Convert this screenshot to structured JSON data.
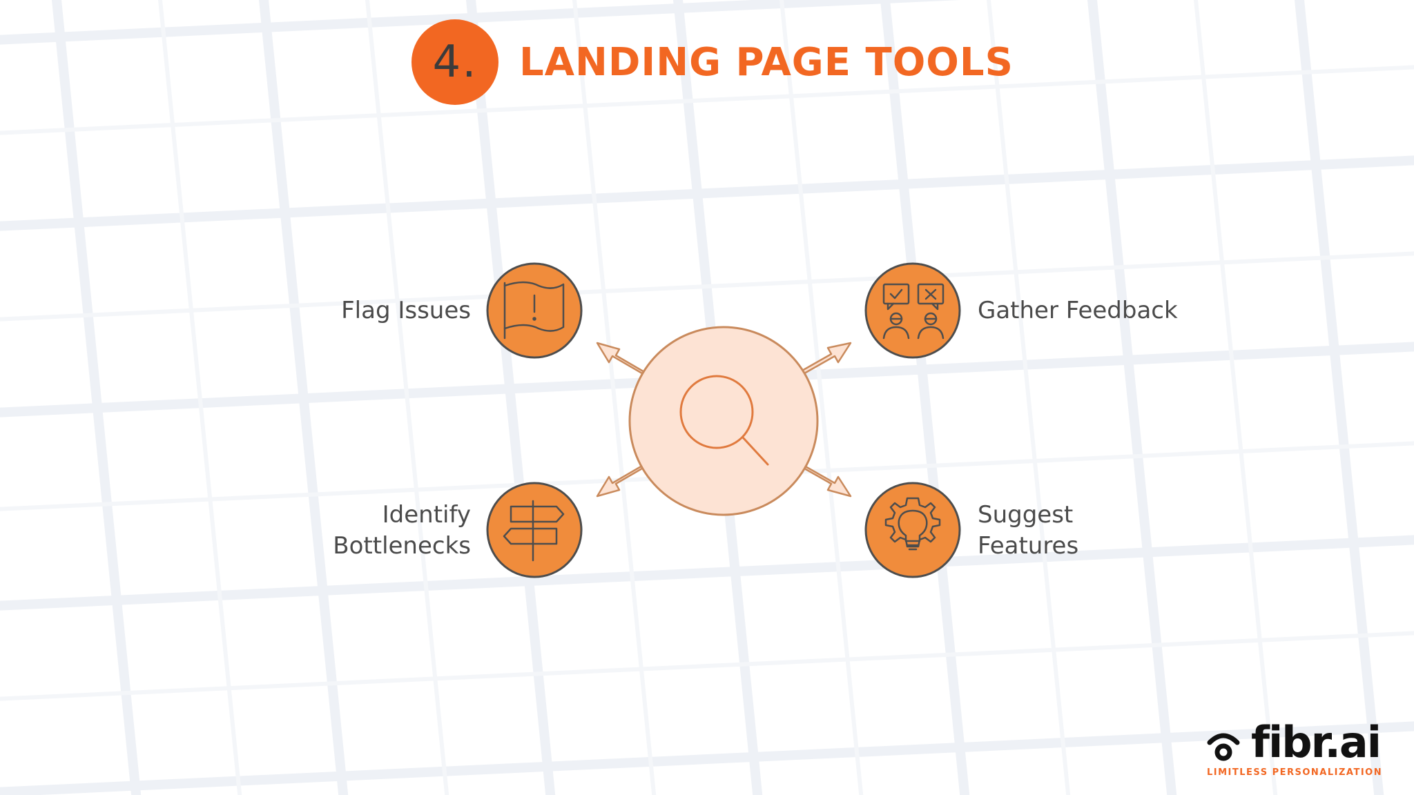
{
  "header": {
    "number": "4.",
    "title": "LANDING PAGE TOOLS"
  },
  "diagram": {
    "center": {
      "icon": "magnifier-icon"
    },
    "nodes": [
      {
        "id": "flag-issues",
        "lines": [
          "Flag Issues"
        ],
        "icon": "flag-alert-icon"
      },
      {
        "id": "gather-feedback",
        "lines": [
          "Gather Feedback"
        ],
        "icon": "feedback-people-icon"
      },
      {
        "id": "identify-bottlenecks",
        "lines": [
          "Identify",
          "Bottlenecks"
        ],
        "icon": "signpost-icon"
      },
      {
        "id": "suggest-features",
        "lines": [
          "Suggest",
          "Features"
        ],
        "icon": "gear-bulb-icon"
      }
    ]
  },
  "logo": {
    "wordmark": "fibr.ai",
    "tagline": "LIMITLESS PERSONALIZATION"
  },
  "colors": {
    "accent": "#f26722",
    "node_fill": "#f08c3c",
    "center_fill": "#fde3d4",
    "stroke": "#c47a4a",
    "text": "#4a4a4a"
  }
}
